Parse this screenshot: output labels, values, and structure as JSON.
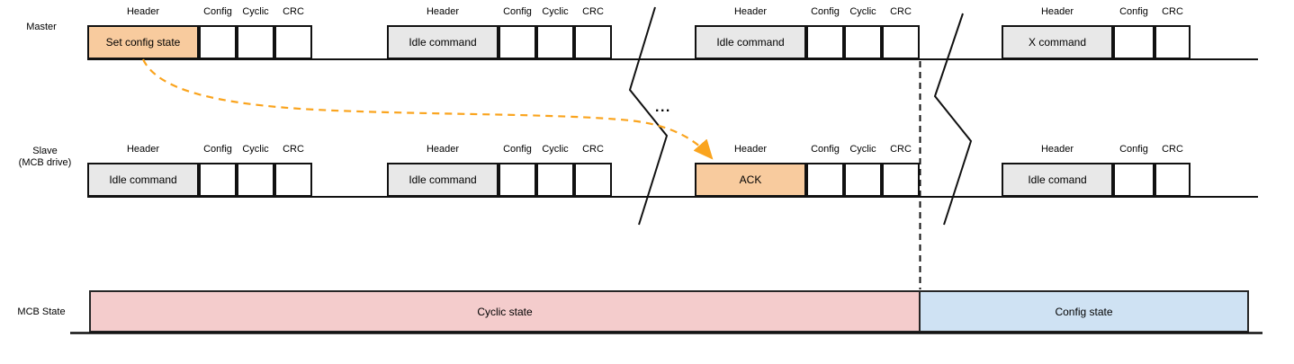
{
  "diagram": {
    "rows": {
      "master": {
        "label": "Master"
      },
      "slave": {
        "label": "Slave",
        "sublabel": "(MCB drive)"
      },
      "state": {
        "label": "MCB State"
      }
    },
    "master_frames": [
      {
        "label": "Set config state",
        "highlighted": true,
        "fields": [
          "Header",
          "Config",
          "Cyclic",
          "CRC"
        ]
      },
      {
        "label": "Idle command",
        "highlighted": false,
        "fields": [
          "Header",
          "Config",
          "Cyclic",
          "CRC"
        ]
      },
      {
        "label": "Idle command",
        "highlighted": false,
        "fields": [
          "Header",
          "Config",
          "Cyclic",
          "CRC"
        ]
      },
      {
        "label": "X command",
        "highlighted": false,
        "fields": [
          "Header",
          "Config",
          "CRC"
        ]
      }
    ],
    "slave_frames": [
      {
        "label": "Idle command",
        "highlighted": false,
        "fields": [
          "Header",
          "Config",
          "Cyclic",
          "CRC"
        ]
      },
      {
        "label": "Idle command",
        "highlighted": false,
        "fields": [
          "Header",
          "Config",
          "Cyclic",
          "CRC"
        ]
      },
      {
        "label": "ACK",
        "highlighted": true,
        "fields": [
          "Header",
          "Config",
          "Cyclic",
          "CRC"
        ]
      },
      {
        "label": "Idle comand",
        "highlighted": false,
        "fields": [
          "Header",
          "Config",
          "CRC"
        ]
      }
    ],
    "states": [
      {
        "label": "Cyclic state",
        "color": "#F4CCCC"
      },
      {
        "label": "Config state",
        "color": "#CFE2F3"
      }
    ],
    "ellipsis": "...",
    "colors": {
      "highlight_fill": "#F8CB9E",
      "idle_frame_fill": "#E8E8E8",
      "arrow": "#FAA41E",
      "cyclic_state_fill": "#F4CCCC",
      "config_state_fill": "#CFE2F3",
      "line": "#111111"
    }
  }
}
